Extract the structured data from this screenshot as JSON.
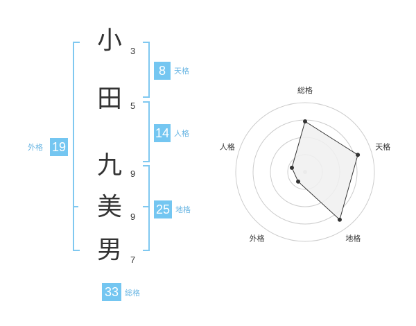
{
  "name_chars": [
    {
      "char": "小",
      "strokes": "3"
    },
    {
      "char": "田",
      "strokes": "5"
    },
    {
      "char": "九",
      "strokes": "9"
    },
    {
      "char": "美",
      "strokes": "9"
    },
    {
      "char": "男",
      "strokes": "7"
    }
  ],
  "fortunes": {
    "tenkaku": {
      "value": "8",
      "label": "天格"
    },
    "jinkaku": {
      "value": "14",
      "label": "人格"
    },
    "chikaku": {
      "value": "25",
      "label": "地格"
    },
    "gaikaku": {
      "value": "19",
      "label": "外格"
    },
    "soukaku": {
      "value": "33",
      "label": "総格"
    }
  },
  "colors": {
    "accent": "#74c6f1",
    "bracket": "#7fc8f0",
    "polygon_fill": "#f0f0f0",
    "ring": "#cccccc"
  },
  "chart_data": {
    "type": "radar",
    "axes": [
      "総格",
      "天格",
      "地格",
      "外格",
      "人格"
    ],
    "values": [
      0.73,
      0.8,
      0.85,
      0.17,
      0.2
    ],
    "rings": 4,
    "range": [
      0,
      1
    ]
  }
}
